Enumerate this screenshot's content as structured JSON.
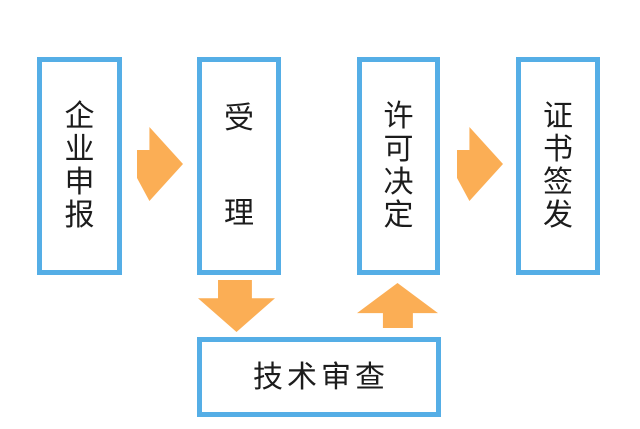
{
  "diagram": {
    "title": "license-approval-process-flowchart",
    "colors": {
      "box_border": "#55aee6",
      "arrow": "#fbae55",
      "text": "#1c1c1c",
      "background": "#ffffff"
    },
    "nodes": [
      {
        "id": "enterprise-declaration",
        "label": "企业申报",
        "orientation": "vertical"
      },
      {
        "id": "acceptance",
        "label": "受理",
        "orientation": "vertical-spread"
      },
      {
        "id": "permit-decision",
        "label": "许可决定",
        "orientation": "vertical"
      },
      {
        "id": "certificate-issuance",
        "label": "证书签发",
        "orientation": "vertical"
      },
      {
        "id": "technical-review",
        "label": "技术审查",
        "orientation": "horizontal"
      }
    ],
    "arrows": [
      {
        "from": "enterprise-declaration",
        "to": "acceptance",
        "direction": "right"
      },
      {
        "from": "acceptance",
        "to": "technical-review",
        "direction": "down"
      },
      {
        "from": "technical-review",
        "to": "permit-decision",
        "direction": "up"
      },
      {
        "from": "permit-decision",
        "to": "certificate-issuance",
        "direction": "right"
      }
    ]
  }
}
